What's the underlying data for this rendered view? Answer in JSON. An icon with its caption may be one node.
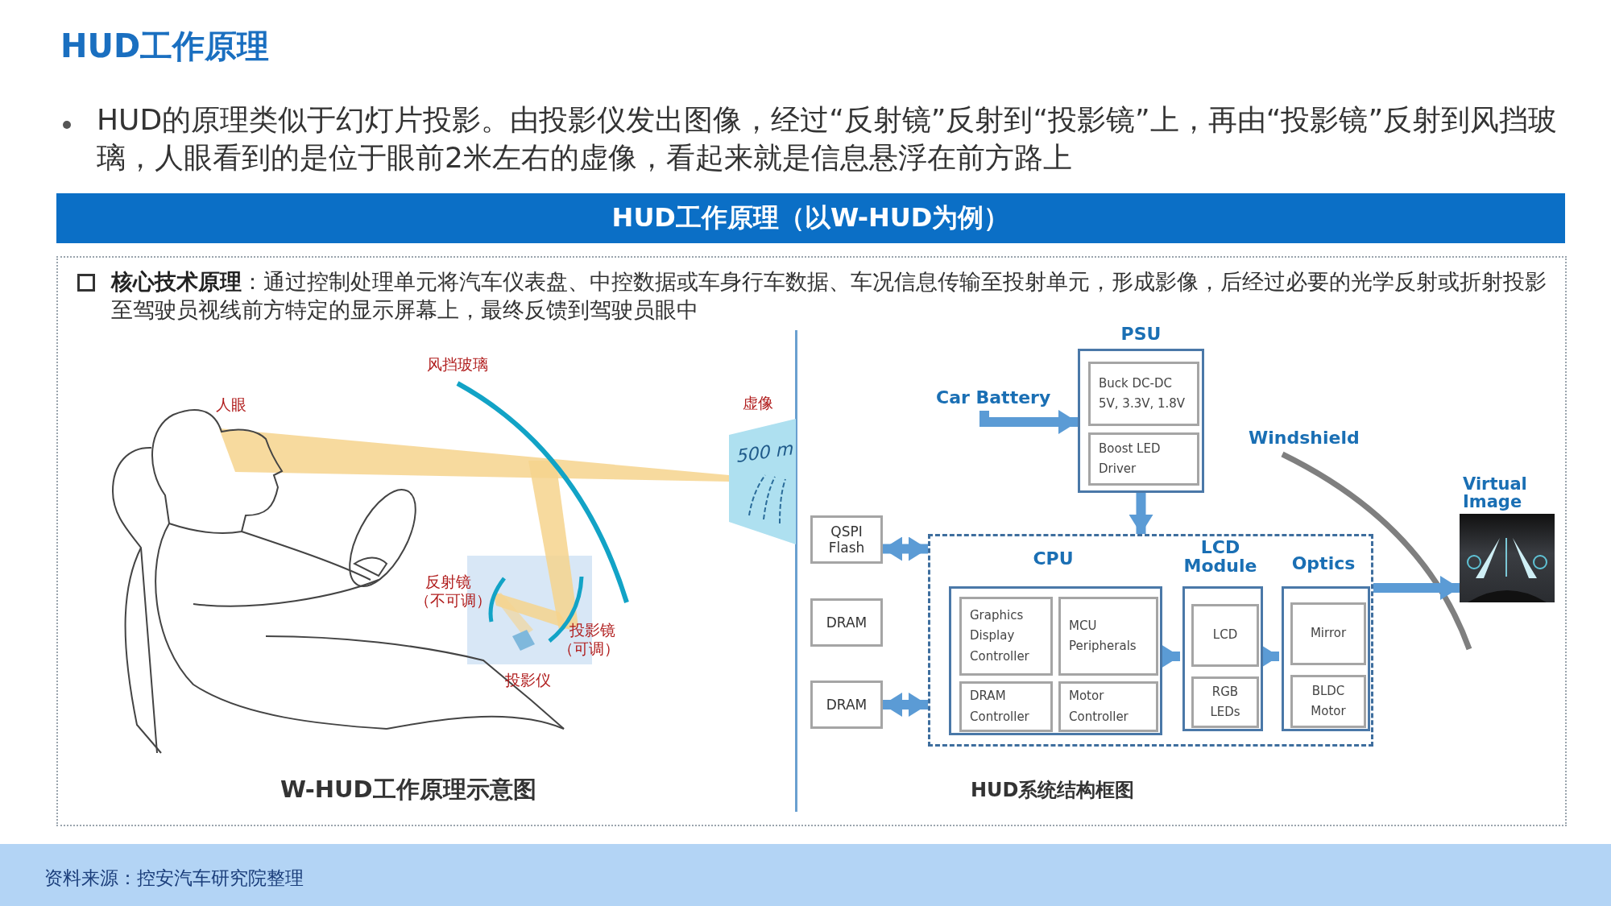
{
  "diagram": {
    "title": "HUD工作原理",
    "nodes": [
      {
        "text": [
          "PSU"
        ]
      },
      {
        "text": [
          "Buck DC-DC 5V, 3.3V, 1.8V"
        ],
        "in": 0
      },
      {
        "text": [
          "Boost LED Driver"
        ],
        "in": 0
      },
      {
        "text": [
          "Car Battery"
        ]
      },
      {
        "text": [
          "QSPI Flash"
        ]
      },
      {
        "text": [
          "DRAM"
        ]
      },
      {
        "text": [
          "DRAM"
        ]
      },
      {
        "text": [],
        "shape": "box"
      },
      {
        "text": [
          "CPU"
        ],
        "in": 7
      },
      {
        "text": [
          "Graphics Display Controller"
        ],
        "in": 8
      },
      {
        "text": [
          "MCU Peripherals"
        ],
        "in": 8
      },
      {
        "text": [
          "DRAM Controller"
        ],
        "in": 8
      },
      {
        "text": [
          "Motor Controller"
        ],
        "in": 8
      },
      {
        "text": [
          "LCD Module"
        ],
        "in": 7
      },
      {
        "text": [
          "LCD"
        ],
        "in": 13
      },
      {
        "text": [
          "RGB LEDs"
        ],
        "in": 13
      },
      {
        "text": [
          "Optics"
        ],
        "in": 7
      },
      {
        "text": [
          "Mirror"
        ],
        "in": 16
      },
      {
        "text": [
          "BLDC Motor"
        ],
        "in": 16
      },
      {
        "text": [
          "Windshield"
        ]
      },
      {
        "text": [
          "Virtual Image"
        ]
      }
    ],
    "edges": [
      {
        "from": 3,
        "to": 0,
        "arrow": "to"
      },
      {
        "from": 0,
        "to": 7,
        "arrow": "to"
      },
      {
        "from": 4,
        "to": 7,
        "arrow": "both"
      },
      {
        "from": 6,
        "to": 7,
        "arrow": "both"
      },
      {
        "from": 8,
        "to": 13,
        "arrow": "to"
      },
      {
        "from": 13,
        "to": 16,
        "arrow": "to"
      },
      {
        "from": 7,
        "to": 20,
        "arrow": "to"
      }
    ],
    "labels": [
      "HUD的原理类似于幻灯片投影。由投影仪发出图像，经过“反射镜”反射到“投影镜”上，再由“投影镜”反射到风挡玻璃，人眼看到的是位于眼前2米左右的虚像，看起来就是信息悬浮在前方路上",
      "HUD工作原理（以W-HUD为例）",
      "**核心技术原理**：通过控制处理单元将汽车仪表盘、中控数据或车身行车数据、车况信息传输至投射单元，形成影像，后经过必要的光学反射或折射投影至驾驶员视线前方特定的显示屏幕上，最终反馈到驾驶员眼中",
      "风挡玻璃",
      "人眼",
      "虚像",
      "500 m",
      "反射镜",
      "（不可调）",
      "投影镜",
      "（可调）",
      "投影仪",
      "W-HUD工作原理示意图",
      "HUD系统结构框图",
      "资料来源：控安汽车研究院整理"
    ]
  }
}
